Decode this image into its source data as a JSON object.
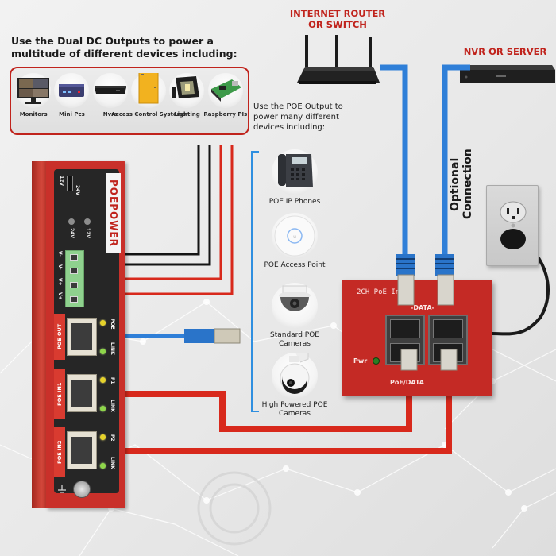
{
  "intro": {
    "text": "Use the Dual DC Outputs to power a multitude of different devices including:"
  },
  "dc_devices": [
    {
      "label": "Monitors",
      "icon": "monitor-icon"
    },
    {
      "label": "Mini Pcs",
      "icon": "mini-pc-icon"
    },
    {
      "label": "Nvrs",
      "icon": "nvr-icon"
    },
    {
      "label": "Access Control Systems",
      "icon": "access-control-icon"
    },
    {
      "label": "Lighting",
      "icon": "floodlight-icon"
    },
    {
      "label": "Raspberry PIs",
      "icon": "raspberry-pi-icon"
    }
  ],
  "poe_intro": {
    "text": "Use the POE Output to power many different devices including:"
  },
  "poe_devices": [
    {
      "label": "POE IP Phones",
      "icon": "ip-phone-icon"
    },
    {
      "label": "POE Access Point",
      "icon": "access-point-icon"
    },
    {
      "label": "Standard POE Cameras",
      "icon": "dome-camera-icon"
    },
    {
      "label": "High Powered POE Cameras",
      "icon": "ptz-camera-icon"
    }
  ],
  "router": {
    "title": "INTERNET ROUTER OR SWITCH"
  },
  "nvr": {
    "title": "NVR OR SERVER"
  },
  "optional_connection": "Optional Connection",
  "unit": {
    "brand": "POEPOWER",
    "switch_labels": {
      "top": "12V",
      "bottom": "24V"
    },
    "led_labels": [
      "24V",
      "12V"
    ],
    "terminal_labels": [
      "V-",
      "V-",
      "V+",
      "V+"
    ],
    "ports": [
      {
        "name": "POE OUT",
        "top_led_label": "POE",
        "bottom_led_label": "LINK"
      },
      {
        "name": "POE IN1",
        "top_led_label": "P1",
        "bottom_led_label": "LINK"
      },
      {
        "name": "POE IN2",
        "top_led_label": "P2",
        "bottom_led_label": "LINK"
      }
    ]
  },
  "injector": {
    "title": "2CH PoE In",
    "data_label": "-DATA-",
    "pwr_label": "Pwr",
    "poe_label": "PoE/DATA"
  },
  "colors": {
    "accent_red": "#c0231c",
    "cable_blue": "#2f7fd8",
    "cable_red": "#d8291c",
    "wire_black": "#141414"
  }
}
